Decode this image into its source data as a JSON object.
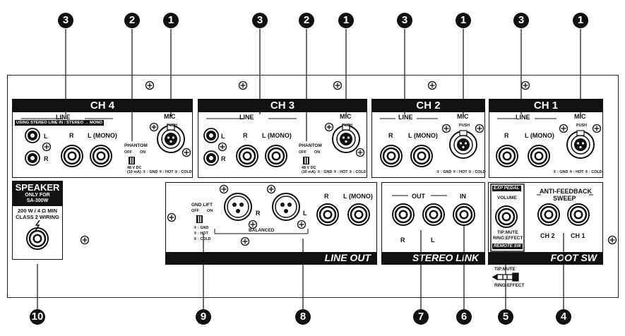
{
  "callouts": {
    "n1": "1",
    "n2": "2",
    "n3": "3",
    "n4": "4",
    "n5": "5",
    "n6": "6",
    "n7": "7",
    "n8": "8",
    "n9": "9",
    "n10": "10"
  },
  "channels": {
    "ch4": {
      "title": "CH 4",
      "line": "LINE",
      "line_note": "USING STEREO LINE IN : STEREO → MONO",
      "r": "R",
      "l_mono": "L (MONO)",
      "l_small": "L",
      "r_small": "R",
      "mic": "MIC",
      "push": "PUSH",
      "phantom": "PHANTOM",
      "off": "OFF",
      "on": "ON",
      "phantom_spec_1": "48 V DC",
      "phantom_spec_2": "(10 mA)",
      "pins": "① : GND ② : HOT ③ : COLD"
    },
    "ch3": {
      "title": "CH 3",
      "line": "LINE",
      "r": "R",
      "l_mono": "L (MONO)",
      "l_small": "L",
      "r_small": "R",
      "mic": "MIC",
      "push": "PUSH",
      "phantom": "PHANTOM",
      "off": "OFF",
      "on": "ON",
      "phantom_spec_1": "48 V DC",
      "phantom_spec_2": "(10 mA)",
      "pins": "① : GND ② : HOT ③ : COLD"
    },
    "ch2": {
      "title": "CH 2",
      "line": "LINE",
      "r": "R",
      "l_mono": "L (MONO)",
      "mic": "MIC",
      "push": "PUSH",
      "pins": "① : GND ② : HOT ③ : COLD"
    },
    "ch1": {
      "title": "CH 1",
      "line": "LINE",
      "r": "R",
      "l_mono": "L (MONO)",
      "mic": "MIC",
      "push": "PUSH",
      "pins": "① : GND ② : HOT ③ : COLD"
    }
  },
  "speaker": {
    "title": "SPEAKER",
    "only_for_1": "ONLY FOR",
    "only_for_2": "SA-300W",
    "spec_1": "200 W / 4 Ω MIN",
    "spec_2": "CLASS 2 WIRING"
  },
  "line_out": {
    "title": "LINE OUT",
    "gnd_lift": "GND LIFT",
    "off": "OFF",
    "on": "ON",
    "pin1": "① : GND",
    "pin2": "② : HOT",
    "pin3": "③ : COLD",
    "balanced": "BALANCED",
    "r": "R",
    "l": "L",
    "r2": "R",
    "l_mono": "L (MONO)"
  },
  "stereo_link": {
    "title": "STEREO LINK",
    "out": "OUT",
    "in": "IN",
    "r": "R",
    "l": "L"
  },
  "foot_sw": {
    "title": "FOOT SW",
    "exp_pedal": "EXP PEDAL",
    "volume": "VOLUME",
    "tip": "TIP:MUTE",
    "ring": "RING:EFFECT",
    "remote_sw": "REMOTE SW",
    "anti_1": "ANTI-FEEDBACK",
    "anti_2": "SWEEP",
    "ch2": "CH 2",
    "ch1": "CH 1",
    "plug_tip": "TIP:MUTE",
    "plug_ring": "RING:EFFECT"
  }
}
